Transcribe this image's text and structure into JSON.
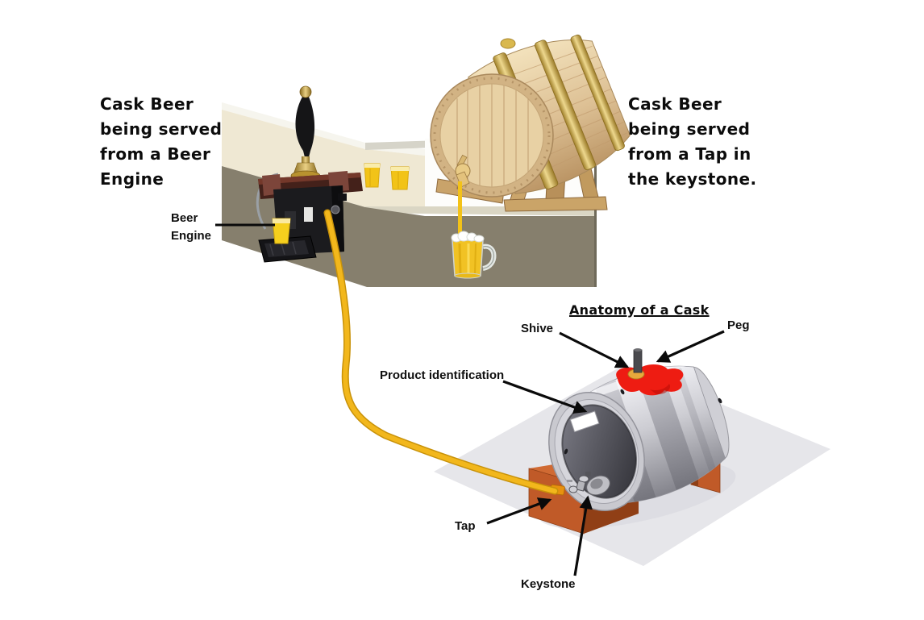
{
  "captions": {
    "left": {
      "line1": "Cask Beer",
      "line2": "being served",
      "line3": "from a Beer",
      "line4": "Engine"
    },
    "right": {
      "line1": "Cask Beer",
      "line2": "being served",
      "line3": "from a Tap in",
      "line4": "the keystone."
    }
  },
  "bar_scene": {
    "beer_engine_label": {
      "line1": "Beer",
      "line2": "Engine"
    }
  },
  "anatomy": {
    "title": "Anatomy of a Cask",
    "labels": {
      "shive": "Shive",
      "peg": "Peg",
      "product_identification": "Product identification",
      "tap": "Tap",
      "keystone": "Keystone"
    }
  },
  "colors": {
    "hose_yellow": "#f2b71c",
    "beer_yellow": "#f2c318",
    "spill_red": "#ee1c12",
    "cask_grey": "#c9c9cf",
    "stillage_orange": "#c05a28",
    "bar_front": "#867f6d",
    "counter_cream": "#efe8d3",
    "barrel_wood": "#ddc094",
    "hoop_gold": "#d4af4e"
  }
}
